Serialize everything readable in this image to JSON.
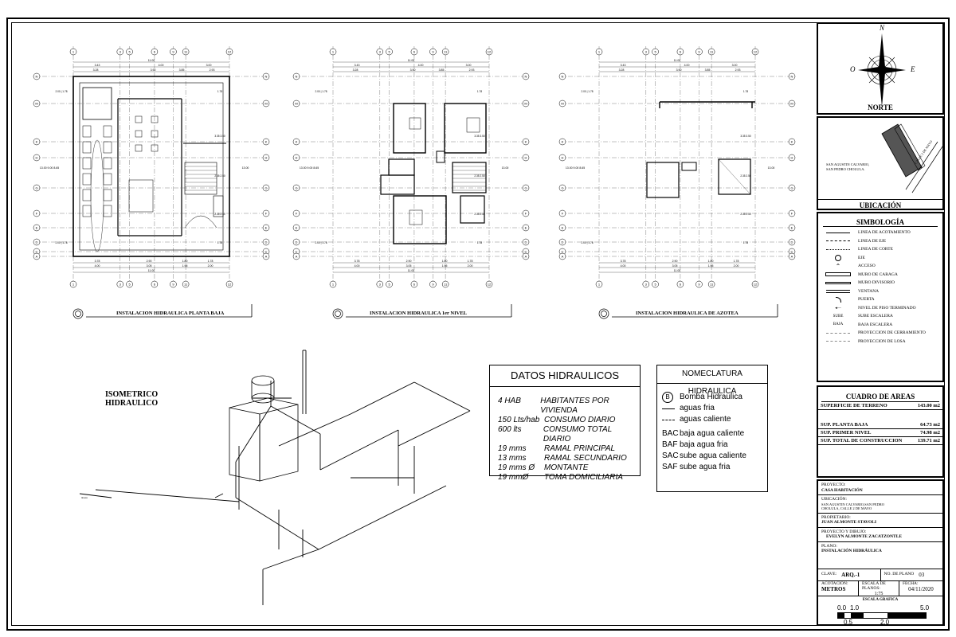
{
  "drawing_titles": {
    "plan1": "INSTALACION HIDRAULICA PLANTA BAJA",
    "plan2": "INSTALACION HIDRAULICA 1er NIVEL",
    "plan3": "INSTALACION HIDRAULICA DE AZOTEA",
    "isometric": "ISOMETRICO\nHIDRAULICO"
  },
  "grid": {
    "col_labels": [
      "1",
      "3",
      "5",
      "6",
      "9",
      "11",
      "12"
    ],
    "row_labels": [
      "N",
      "M",
      "K",
      "H",
      "G",
      "F",
      "E",
      "D",
      "C",
      "A"
    ],
    "top_dims": [
      "3.43",
      "4.00",
      "3.00",
      "3.28",
      "3.90",
      "3.85",
      "2.93"
    ],
    "total_width": "11.00",
    "bottom_dims": [
      "3.78",
      "2.90",
      "1.80",
      "1.78",
      "4.00",
      "3.05",
      "1.95",
      "2.00"
    ],
    "total_height": "13.00",
    "side_dims": [
      "2.00",
      "1.78",
      "3.35",
      "3.50",
      "2.35",
      "2.50",
      "2.00",
      "1.78"
    ]
  },
  "datos_hidraulicos": {
    "title": "DATOS HIDRAULICOS",
    "rows": [
      {
        "q": "4 HAB",
        "d": "HABITANTES POR VIVIENDA"
      },
      {
        "q": "150 Lts/hab",
        "d": "CONSUMO DIARIO"
      },
      {
        "q": "600 lts",
        "d": "CONSUMO TOTAL DIARIO"
      },
      {
        "q": "19 mms",
        "d": "RAMAL PRINCIPAL"
      },
      {
        "q": "13 mms",
        "d": "RAMAL SECUNDARIO"
      },
      {
        "q": "19 mms Ø",
        "d": "MONTANTE"
      },
      {
        "q": "19 mmØ",
        "d": "TOMA DOMICILIARIA"
      }
    ]
  },
  "nomenclatura": {
    "title": "NOMECLATURA HIDRAULICA",
    "pump_symbol": "B",
    "pump_label": "Bomba Hidraulica",
    "lines": [
      "aguas fria",
      "aguas caliente"
    ],
    "codes": [
      {
        "c": "BAC",
        "d": "baja agua caliente"
      },
      {
        "c": "BAF",
        "d": "baja agua fria"
      },
      {
        "c": "SAC",
        "d": "sube agua caliente"
      },
      {
        "c": "SAF",
        "d": "sube agua fria"
      }
    ]
  },
  "compass": {
    "n": "N",
    "e": "E",
    "o": "O",
    "title": "NORTE"
  },
  "ubicacion": {
    "title": "UBICACIÓN",
    "text": "SAN AGUSTIN CALVARIO,\nSAN PEDRO CHOLULA.",
    "street": "CALLE 2 DE MAYO"
  },
  "simbologia": {
    "title": "SIMBOLOGÍA",
    "items": [
      "LINEA DE ACOTAMIENTO",
      "LINEA DE EJE",
      "LINEA DE CORTE",
      "EJE",
      "ACCESO",
      "MURO DE CARAGA",
      "MURO DIVISORIO",
      "VENTANA",
      "PUERTA",
      "NIVEL DE PISO TERMINADO",
      "SUBE ESCALERA",
      "BAJA ESCALERA",
      "PROYECCION DE CERRAMIENTO",
      "PROYECCION DE LOSA"
    ],
    "sube": "SUBE",
    "baja": "BAJA"
  },
  "cuadro_areas": {
    "title": "CUADRO DE AREAS",
    "rows": [
      {
        "k": "SUPERFICIE DE TERRENO",
        "v": "143.00 m2"
      },
      {
        "k": "SUP. PLANTA BAJA",
        "v": "64.73 m2"
      },
      {
        "k": "SUP. PRIMER NIVEL",
        "v": "74.98 m2"
      },
      {
        "k": "SUP. TOTAL DE CONSTRUCCION",
        "v": "139.71 m2"
      }
    ]
  },
  "proyecto": {
    "proyecto_label": "PROYECTO:",
    "proyecto": "CASA HABITACIÓN",
    "ubicacion_label": "UBICACIÓN:",
    "ubicacion": "SAN AGUSTIN CALVARIO,SAN PEDRO CHOLULA, CALLE 2 DE MAYO",
    "propietario_label": "PROPIETARIO:",
    "propietario": "JUAN ALMONTE STAVOLI",
    "dibujo_label": "PROYECTO Y DIBUJO:",
    "dibujo": "EVELYN ALMONTE ZACATZONTLE",
    "plano_label": "PLANO:",
    "plano": "INSTALACIÓN HIDRÁULICA",
    "clave_label": "CLAVE:",
    "clave": "ARQ.-1",
    "noplano_label": "NO. DE PLANO",
    "noplano": "03",
    "acotacion_label": "ACOTACION:",
    "acotacion": "METROS",
    "escala_label": "ESCALA DE PLANOS:",
    "escala": "1:75",
    "fecha_label": "FECHA:",
    "fecha": "04/11/2020",
    "grafica_label": "ESCALA GRAFICA",
    "grafica_top": [
      "0.0",
      "1.0",
      "5.0"
    ],
    "grafica_bottom": [
      "0.5",
      "2.0"
    ]
  }
}
